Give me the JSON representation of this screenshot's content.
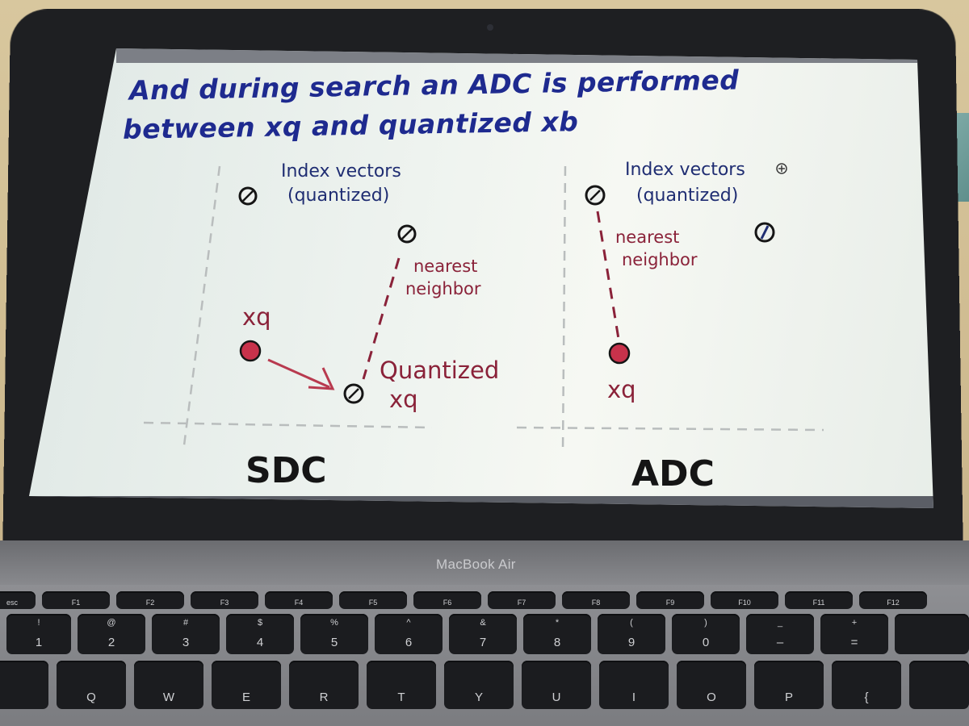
{
  "slide": {
    "title_line1": "And during search an ADC is performed",
    "title_line2": "between xq and quantized xb",
    "left_panel": {
      "index_label_line1": "Index vectors",
      "index_label_line2": "(quantized)",
      "nn_label_line1": "nearest",
      "nn_label_line2": "neighbor",
      "xq_label": "xq",
      "quantized_label_line1": "Quantized",
      "quantized_label_line2": "xq",
      "section_label": "SDC"
    },
    "right_panel": {
      "index_label_line1": "Index vectors",
      "index_label_line2": "(quantized)",
      "nn_label_line1": "nearest",
      "nn_label_line2": "neighbor",
      "xq_label": "xq",
      "section_label": "ADC"
    },
    "colors": {
      "title": "#1e2a8f",
      "blue_text": "#1f2d72",
      "red": "#8a2239",
      "query_fill": "#c8324b"
    }
  },
  "device": {
    "brand": "MacBook Air"
  },
  "keyboard": {
    "function_row": [
      "esc",
      "F1",
      "F2",
      "F3",
      "F4",
      "F5",
      "F6",
      "F7",
      "F8",
      "F9",
      "F10",
      "F11",
      "F12"
    ],
    "number_row": [
      {
        "top": "!",
        "main": "1"
      },
      {
        "top": "@",
        "main": "2"
      },
      {
        "top": "#",
        "main": "3"
      },
      {
        "top": "$",
        "main": "4"
      },
      {
        "top": "%",
        "main": "5"
      },
      {
        "top": "^",
        "main": "6"
      },
      {
        "top": "&",
        "main": "7"
      },
      {
        "top": "*",
        "main": "8"
      },
      {
        "top": "(",
        "main": "9"
      },
      {
        "top": ")",
        "main": "0"
      },
      {
        "top": "_",
        "main": "–"
      },
      {
        "top": "+",
        "main": "="
      }
    ],
    "letter_row": [
      "Q",
      "W",
      "E",
      "R",
      "T",
      "Y",
      "U",
      "I",
      "O",
      "P",
      "{"
    ]
  }
}
